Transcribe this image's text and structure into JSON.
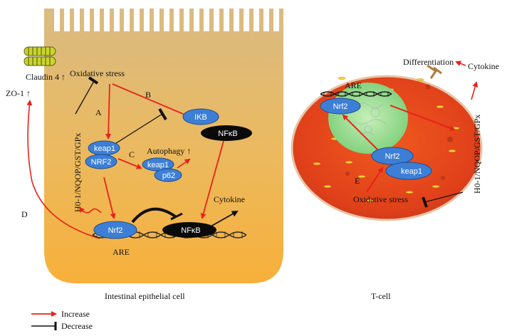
{
  "colors": {
    "increase": "#e8221b",
    "decrease": "#111111",
    "protein_blue": "#3d7fd6",
    "nfkb_black": "#0a0a0a",
    "cell_top": "#d7b77a",
    "cell_bottom": "#f6b23f",
    "tcell_red": "#e24a1d",
    "nucleus_green": "#8fd68b"
  },
  "epithelial": {
    "cell_label": "Intestinal epithelial cell",
    "claudin": "Claudin 4 ↑",
    "zo1": "ZO-1 ↑",
    "oxidative_stress": "Oxidative stress",
    "enzymes": "H0-1/NQOP/GST/GPx",
    "path_a": "A",
    "path_b": "B",
    "path_c": "C",
    "path_d": "D",
    "ikb": "IKB",
    "nfkb_top": "NFκB",
    "keap1": "keap1",
    "nrf2_complex": "NRF2",
    "autophagy": "Autophagy ↑",
    "keap1_p62": "keap1",
    "p62": "p62",
    "cytokine": "Cytokine",
    "nrf2": "Nrf2",
    "nfkb_bottom": "NFκB",
    "are": "ARE"
  },
  "tcell": {
    "cell_label": "T-cell",
    "differentiation": "Differentiation",
    "cytokine": "Cytokine",
    "are": "ARE",
    "nrf2_nucleus": "Nrf2",
    "nrf2": "Nrf2",
    "keap1": "keap1",
    "path_e": "E",
    "oxidative_stress": "Oxidative stress",
    "enzymes": "H0-1/NQOP/GST/GPx"
  },
  "legend": {
    "increase": "Increase",
    "decrease": "Decrease"
  }
}
